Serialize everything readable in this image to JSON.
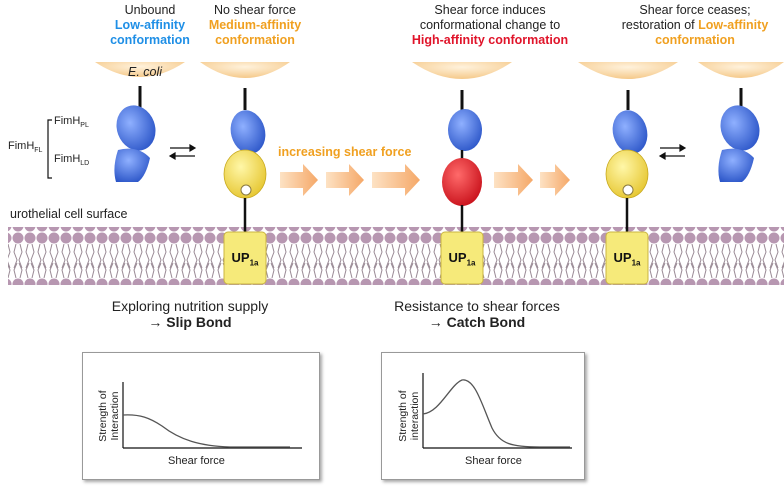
{
  "headers": [
    {
      "line1": "Unbound",
      "line2a": "Low-affinity",
      "line2b": "conformation",
      "color": "blue"
    },
    {
      "line1": "No shear force",
      "line2a": "Medium-affinity",
      "line2b": "conformation",
      "color": "orange"
    },
    {
      "line1": "Shear force induces",
      "line1b": "conformational change to",
      "line2": "High-affinity conformation",
      "color": "red"
    },
    {
      "line1": "Shear force ceases;",
      "line1b_plain": "restoration of ",
      "line1b_col": "Low-affinity",
      "line2": "conformation",
      "color": "orange"
    }
  ],
  "labels": {
    "ecoli": "E. coli",
    "fimh_fl": "FimH",
    "fimh_fl_sub": "FL",
    "fimh_pl": "FimH",
    "fimh_pl_sub": "PL",
    "fimh_ld": "FimH",
    "fimh_ld_sub": "LD",
    "increasing": "increasing shear force",
    "surface": "urothelial cell surface",
    "up": "UP",
    "up_sub": "1a"
  },
  "middle": {
    "left_title": "Exploring nutrition supply",
    "left_bond_arrow": "→ ",
    "left_bond": "Slip Bond",
    "right_title": "Resistance to shear forces",
    "right_bond_arrow": "→ ",
    "right_bond": "Catch Bond"
  },
  "graphs": [
    {
      "ylabel1": "Strength of",
      "ylabel2": "Interaction",
      "xlabel": "Shear force",
      "kind": "slip"
    },
    {
      "ylabel1": "Strength of",
      "ylabel2": "interaction",
      "xlabel": "Shear force",
      "kind": "catch"
    }
  ],
  "colors": {
    "blue_domain": "#3f6fe0",
    "yellow_domain": "#f2dd55",
    "red_domain": "#e5202c",
    "up_box": "#f6ea7a",
    "membrane": "#b89ab0",
    "arrow": "#f6b070",
    "ecoli": "#f8d7a4"
  }
}
